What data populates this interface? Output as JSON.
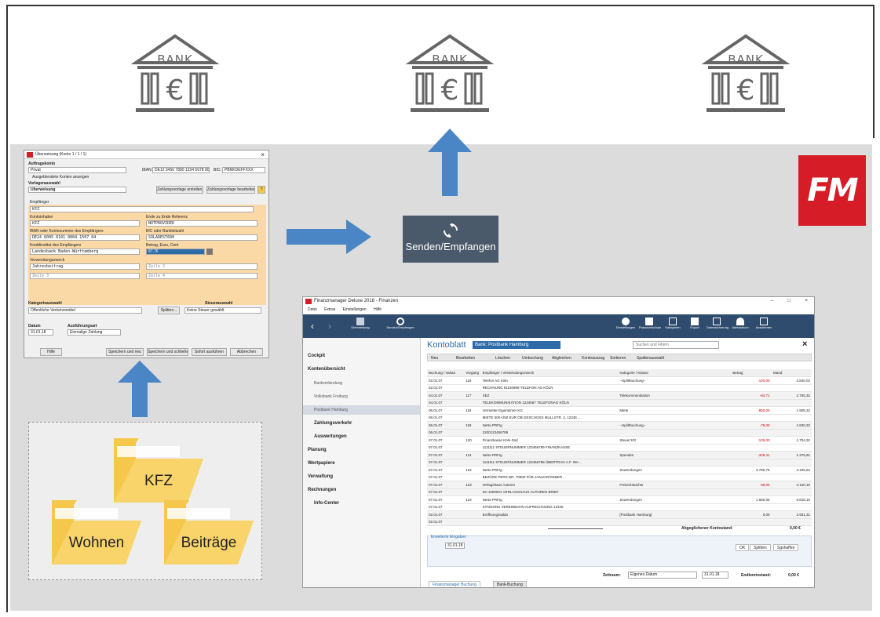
{
  "banks": [
    {
      "label": "BANK"
    },
    {
      "label": "BANK"
    },
    {
      "label": "BANK"
    }
  ],
  "logo": {
    "text": "FM",
    "color": "#d61c26"
  },
  "send_box": {
    "label": "Senden/Empfangen",
    "color": "#4b5a6b"
  },
  "folders": [
    {
      "label": "KFZ"
    },
    {
      "label": "Wohnen"
    },
    {
      "label": "Beiträge"
    }
  ],
  "colors": {
    "arrow": "#4a86c5",
    "folder": "#f5c84c",
    "ribbon": "#2f4b6e",
    "accent": "#2c6aa8"
  },
  "dialog": {
    "title": "Überweisung (Konto 1 / 1 / 1)",
    "auftragskonto_label": "Auftragskonto",
    "auftragskonto_value": "Privat",
    "iban_label": "IBAN:",
    "iban_value": "DE12 3456 7890 1234 5678 90",
    "bic_label": "BIC:",
    "bic_value": "PBNKDEFFXXX",
    "ausgeblendete_label": "Ausgeblendete Konten anzeigen",
    "vorlage_label": "Vorlagenauswahl",
    "vorlage_value": "Überweisung",
    "btn_vorlage_erstellen": "Zahlungsvorlage erstellen...",
    "btn_vorlage_bearbeiten": "Zahlungsvorlage bearbeiten",
    "empfaenger_label": "Empfänger",
    "empfaenger_value": "KFZ",
    "kontoinhaber_label": "Kontoinhaber",
    "kontoinhaber_value": "KFZ",
    "ende_label": "Ende zu Ende Referenz",
    "ende_value": "NOTPROVIDED",
    "iban2_label": "IBAN oder Kontonummer des Empfängers",
    "iban2_value": "DE24 6005 0101 0004 1507 04",
    "bic2_label": "BIC oder Bankleitzahl",
    "bic2_value": "SOLADEST600",
    "kreditinstitut_label": "Kreditinstitut des Empfängers",
    "kreditinstitut_value": "Landesbank Baden-Württemberg",
    "betrag_label": "Betrag, Euro, Cent",
    "betrag_value": "87,76",
    "verwendung_label": "Verwendungszweck",
    "verwendung_value": "Jahresbeitrag",
    "zeile2": "Zeile 2",
    "zeile3": "Zeile 3",
    "zeile4": "Zeile 4",
    "kategorie_label": "Kategorieauswahl",
    "kategorie_value": "Öffentliche Verkehrsmittel",
    "kategorie_btn": "Splitten...",
    "steuer_label": "Steuerauswahl",
    "steuer_value": "Keine Steuer gewählt",
    "datum_label": "Datum",
    "datum_value": "31.01.18",
    "ausfuehrung_label": "Ausführungsart",
    "ausfuehrung_value": "Einmalige Zahlung",
    "btn_hilfe": "Hilfe",
    "btn_speichern_neu": "Speichern und neu",
    "btn_speichern_schliessen": "Speichern und schließen",
    "btn_sofort": "Sofort ausführen",
    "btn_abbrechen": "Abbrechen"
  },
  "app": {
    "title": "Finanzmanager Deluxe 2018 - Finanzen",
    "menu": [
      "Datei",
      "Extras",
      "Einstellungen",
      "Hilfe"
    ],
    "ribbon_left": [
      "Überweisung",
      "Senden/Empfangen"
    ],
    "ribbon_right": [
      "Einstellungen",
      "Passwortschutz",
      "Kategorien",
      "Export",
      "Datensicherung",
      "Adressbuch",
      "Assistenten"
    ],
    "sidebar": [
      {
        "label": "Cockpit",
        "bold": true
      },
      {
        "label": "Kontenübersicht",
        "bold": true
      },
      {
        "label": "Bankverbindung",
        "bold": false
      },
      {
        "label": "Volksbank Freiburg",
        "bold": false
      },
      {
        "label": "Postbank Hamburg",
        "bold": false
      },
      {
        "label": "Zahlungsverkehr",
        "bold": true
      },
      {
        "label": "Auswertungen",
        "bold": true
      },
      {
        "label": "Planung",
        "bold": true
      },
      {
        "label": "Wertpapiere",
        "bold": true
      },
      {
        "label": "Verwaltung",
        "bold": true
      },
      {
        "label": "Rechnungen",
        "bold": true
      },
      {
        "label": "Info-Center",
        "bold": true
      }
    ],
    "konto_title": "Kontoblatt",
    "konto_combo": "Bank: Postbank Hamburg",
    "search_placeholder": "Suchen und Filtern",
    "toolbar": [
      "Neu",
      "Bearbeiten",
      "Löschen",
      "Umbuchung",
      "Abgleichen",
      "Kontoauszug",
      "Sortieren",
      "Spaltenauswahl"
    ],
    "table_headers": [
      "Buchung / Valuta",
      "Vorgang",
      "Empfänger / Verwendungszweck",
      "Kategorie / Klasse",
      "Betrag",
      "Stand"
    ],
    "rows": [
      {
        "date": "02.01.07",
        "vg": "116",
        "name": "Telefon AG Köln",
        "cat": "--Splittbuchung--",
        "amt": "-120,00",
        "neg": true,
        "stand": "2.840,03"
      },
      {
        "date": "02.01.07",
        "vg": "",
        "name": "RECHNUNG 81150989   TELEFON AG KÖLN",
        "cat": "",
        "amt": "",
        "neg": false,
        "stand": ""
      },
      {
        "date": "04.01.07",
        "vg": "117",
        "name": "SEZ",
        "cat": "Telekommunikation",
        "amt": "-84,71",
        "neg": true,
        "stand": "2.755,32"
      },
      {
        "date": "04.01.07",
        "vg": "",
        "name": "TELEKOMMUNIKATION 1234567  TELEFONAG KÖLN",
        "cat": "",
        "amt": "",
        "neg": false,
        "stand": ""
      },
      {
        "date": "06.01.07",
        "vg": "118",
        "name": "Vermieter Eigentümer KG",
        "cat": "Miete",
        "amt": "-850,00",
        "neg": true,
        "stand": "1.905,32"
      },
      {
        "date": "06.01.07",
        "vg": "",
        "name": "MIETE 600+250 EUR OB.GESCHOSS MULLSTR. 2, 12345 ...",
        "cat": "",
        "amt": "",
        "neg": false,
        "stand": ""
      },
      {
        "date": "06.01.07",
        "vg": "119",
        "name": "Netto-PRFIg",
        "cat": "--Splittbuchung--",
        "amt": "-75,00",
        "neg": true,
        "stand": "1.830,32"
      },
      {
        "date": "06.01.07",
        "vg": "",
        "name": "2200123456789",
        "cat": "",
        "amt": "",
        "neg": false,
        "stand": ""
      },
      {
        "date": "07.01.07",
        "vg": "120",
        "name": "Finanzkasse Köln-Süd",
        "cat": "Steuer:Kfz",
        "amt": "-126,00",
        "neg": true,
        "stand": "1.704,32"
      },
      {
        "date": "07.01.07",
        "vg": "",
        "name": "1111111 STEUERNUMMER 123456789 FINANZKASSE",
        "cat": "",
        "amt": "",
        "neg": false,
        "stand": ""
      },
      {
        "date": "07.01.07",
        "vg": "121",
        "name": "Netto-PRFIg",
        "cat": "Spenden",
        "amt": "-328,41",
        "neg": true,
        "stand": "1.375,91"
      },
      {
        "date": "07.01.07",
        "vg": "",
        "name": "1111111 STEUERNUMMER 123456789 ÜBERTRAG A.F. WA...",
        "cat": "",
        "amt": "",
        "neg": false,
        "stand": ""
      },
      {
        "date": "07.01.07",
        "vg": "122",
        "name": "Netto-PRFIg",
        "cat": "Zuwendungen",
        "amt": "2.780,75",
        "neg": false,
        "stand": "4.155,62"
      },
      {
        "date": "07.01.07",
        "vg": "",
        "name": "BEZÜGE PERS.NR. 70600 FÜR JANUAR/GEBER ...",
        "cat": "",
        "amt": "",
        "neg": false,
        "stand": ""
      },
      {
        "date": "07.01.07",
        "vg": "123",
        "name": "Verlagshaus Autoren",
        "cat": "Freizeit:Bücher",
        "amt": "-35,00",
        "neg": true,
        "stand": "4.120,10"
      },
      {
        "date": "07.01.07",
        "vg": "",
        "name": "DA 1000001    VERLAGSHAUS AUTOREN BRIEF",
        "cat": "",
        "amt": "",
        "neg": false,
        "stand": ""
      },
      {
        "date": "07.01.07",
        "vg": "124",
        "name": "Netto-PRFIg",
        "cat": "Zuwendungen",
        "amt": "1.650,00",
        "neg": false,
        "stand": "5.818,10"
      },
      {
        "date": "07.01.07",
        "vg": "",
        "name": "STADIONS VEREINBAHN  AUFRECHNUNG 12345",
        "cat": "",
        "amt": "",
        "neg": false,
        "stand": ""
      },
      {
        "date": "02.01.07",
        "vg": "",
        "name": "Eröffnungssaldo",
        "cat": "[Postbank Hamburg]",
        "amt": "0,00",
        "neg": false,
        "stand": "2.931,31"
      },
      {
        "date": "02.01.07",
        "vg": "",
        "name": "",
        "cat": "",
        "amt": "",
        "neg": false,
        "stand": ""
      }
    ],
    "abgeglichen_label": "Abgeglichener Kontostand:",
    "abgeglichen_value": "0,00 €",
    "form_tab": "Erweiterte Eingaben",
    "form_date": "31.01.18",
    "form_ok": "OK",
    "form_splitten": "Splitten",
    "form_sgzahlen": "Sgshaffen",
    "zeitraum_label": "Zeitraum:",
    "zeitraum_value": "Eigenes Datum",
    "zeitraum_date": "31.01.18",
    "endkonto_label": "Endkontostand:",
    "endkonto_value": "0,00 €",
    "tab_finanz": "Finanzmanager Buchung",
    "tab_bank": "Bank-Buchung"
  }
}
